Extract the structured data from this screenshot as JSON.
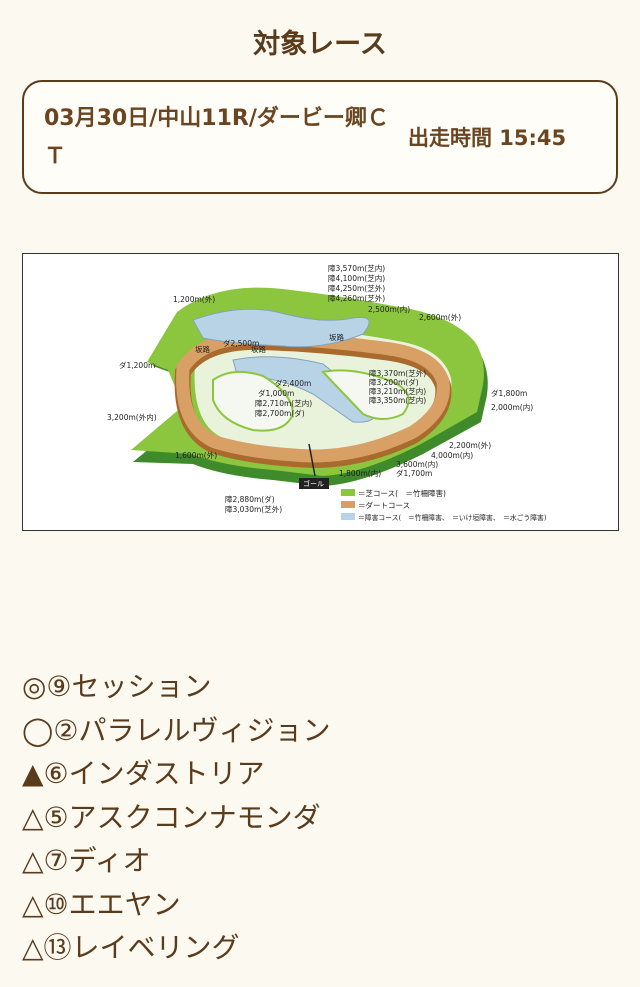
{
  "header": {
    "title": "対象レース"
  },
  "race": {
    "name": "03月30日/中山11R/ダービー卿ＣＴ",
    "start_time_label": "出走時間 15:45"
  },
  "course_map": {
    "labels": {
      "d3570": "障3,570m(芝内)",
      "d4100": "障4,100m(芝内)",
      "d4250": "障4,250m(芝外)",
      "d4260": "障4,260m(芝外)",
      "d2500in": "2,500m(内)",
      "d2600": "2,600m(外)",
      "d1200": "1,200m(外)",
      "slope1": "坂路",
      "dg2500": "ダ2,500m",
      "slope2": "坂路",
      "slope3": "坂路",
      "dg1200": "ダ1,200m",
      "d2400": "ダ2,400m",
      "d1000": "ダ1,000m",
      "d3200out": "3,200m(外内)",
      "j2710": "障2,710m(芝内)",
      "j2700": "障2,700m(ダ)",
      "j3370": "障3,370m(芝外)",
      "j3200": "障3,200m(ダ)",
      "j3210": "障3,210m(芝内)",
      "j3350": "障3,350m(芝内)",
      "dg1800": "ダ1,800m",
      "d2000": "2,000m(内)",
      "d1600": "1,600m(外)",
      "d2200": "2,200m(外)",
      "d4000": "4,000m(内)",
      "d3600": "3,600m(内)",
      "d1800": "1,800m(内)",
      "dg1700": "ダ1,700m",
      "goal": "ゴール",
      "j2880": "障2,880m(ダ)",
      "j3030": "障3,030m(芝外)",
      "legend_turf": "＝芝コース(　＝竹柵障害)",
      "legend_dirt": "＝ダートコース",
      "legend_jump": "＝障害コース(　＝竹柵障害、　＝いけ垣障害、　＝水ごう障害)"
    },
    "colors": {
      "turf": "#8cc63f",
      "turf_dark": "#3f8a2a",
      "dirt": "#d9a066",
      "dirt_dark": "#a96a2e",
      "jump": "#b9d3e6"
    }
  },
  "picks": [
    "◎⑨セッション",
    "◯②パラレルヴィジョン",
    "▲⑥インダストリア",
    "△⑤アスクコンナモンダ",
    "△⑦ディオ",
    "△⑩エエヤン",
    "△⑬レイベリング"
  ]
}
